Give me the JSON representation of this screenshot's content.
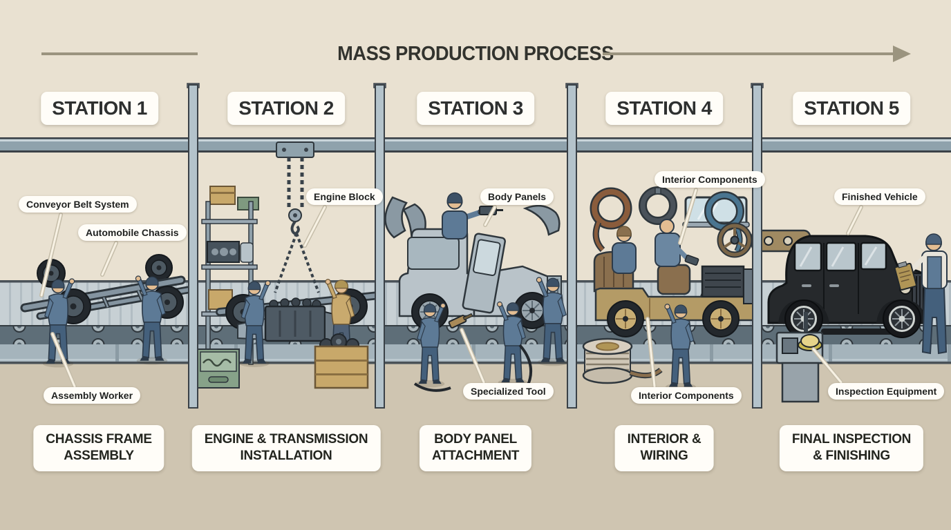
{
  "title": "MASS PRODUCTION PROCESS",
  "stations": [
    {
      "header": "STATION 1",
      "process_line1": "CHASSIS FRAME",
      "process_line2": "ASSEMBLY"
    },
    {
      "header": "STATION 2",
      "process_line1": "ENGINE & TRANSMISSION",
      "process_line2": "INSTALLATION"
    },
    {
      "header": "STATION 3",
      "process_line1": "BODY PANEL",
      "process_line2": "ATTACHMENT"
    },
    {
      "header": "STATION 4",
      "process_line1": "INTERIOR &",
      "process_line2": "WIRING"
    },
    {
      "header": "STATION 5",
      "process_line1": "FINAL INSPECTION",
      "process_line2": "& FINISHING"
    }
  ],
  "callouts": {
    "conveyor_belt_system": "Conveyor Belt System",
    "automobile_chassis": "Automobile Chassis",
    "assembly_worker": "Assembly Worker",
    "engine_block": "Engine Block",
    "body_panels": "Body Panels",
    "specialized_tool": "Specialized Tool",
    "interior_components_top": "Interior Components",
    "interior_components_bottom": "Interior Components",
    "finished_vehicle": "Finished Vehicle",
    "inspection_equipment": "Inspection Equipment"
  },
  "colors": {
    "background": "#e9e1d1",
    "floor": "#cfc5b1",
    "title_text": "#32332e",
    "arrow": "#9b947f",
    "label_bg": "#fffdf8",
    "label_text": "#1f2120",
    "structure_steel": "#8fa2ac",
    "worker_uniform_blue": "#5d7a96",
    "finished_car_black": "#26292c"
  }
}
